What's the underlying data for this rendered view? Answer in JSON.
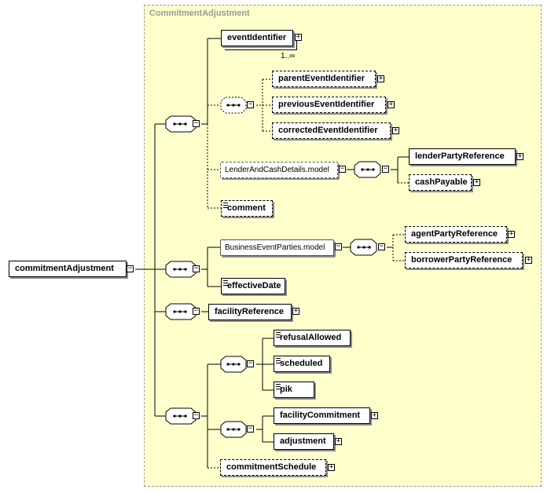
{
  "type": {
    "name": "CommitmentAdjustment"
  },
  "root": {
    "label": "commitmentAdjustment"
  },
  "elements": {
    "eventIdentifier": "eventIdentifier",
    "eventIdentifier_occ": "1..∞",
    "parentEventIdentifier": "parentEventIdentifier",
    "previousEventIdentifier": "previousEventIdentifier",
    "correctedEventIdentifier": "correctedEventIdentifier",
    "lenderAndCashDetails": "LenderAndCashDetails.model",
    "lenderPartyReference": "lenderPartyReference",
    "cashPayable": "cashPayable",
    "comment": "comment",
    "businessEventParties": "BusinessEventParties.model",
    "agentPartyReference": "agentPartyReference",
    "borrowerPartyReference": "borrowerPartyReference",
    "effectiveDate": "effectiveDate",
    "facilityReference": "facilityReference",
    "refusalAllowed": "refusalAllowed",
    "scheduled": "scheduled",
    "pik": "pik",
    "facilityCommitment": "facilityCommitment",
    "adjustment": "adjustment",
    "commitmentSchedule": "commitmentSchedule"
  },
  "glyphs": {
    "expand": "+",
    "collapse": "−"
  }
}
